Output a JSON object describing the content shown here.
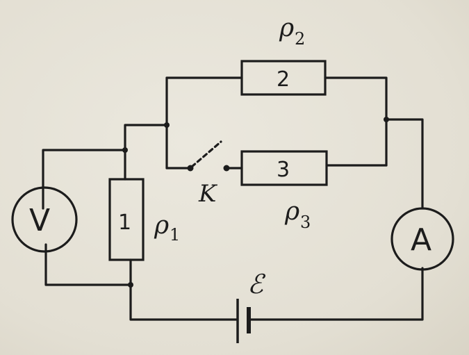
{
  "labels": {
    "resistor_1": "1",
    "resistor_2": "2",
    "resistor_3": "3",
    "rho_1": "ρ",
    "rho_1_sub": "1",
    "rho_2": "ρ",
    "rho_2_sub": "2",
    "rho_3": "ρ",
    "rho_3_sub": "3",
    "switch": "K",
    "voltmeter": "V",
    "ammeter": "A",
    "emf": "ℰ"
  }
}
